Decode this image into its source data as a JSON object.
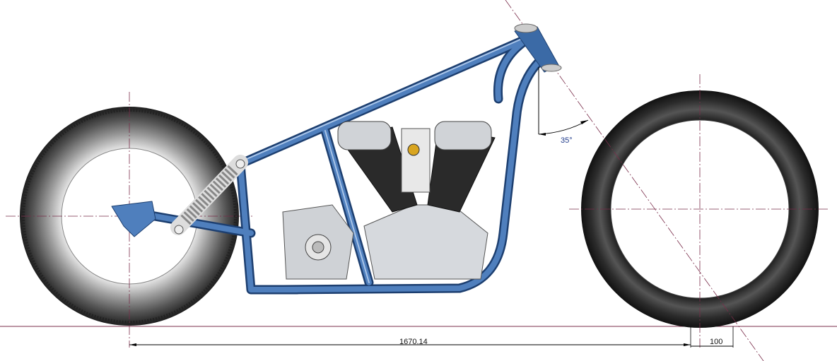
{
  "drawing": {
    "dimensions": {
      "wheelbase": "1670.14",
      "trail": "100",
      "rake_angle": "35°"
    },
    "colors": {
      "frame": "#3b6aa6",
      "centerline": "#7a2d4a",
      "tire": "#2a2a2a",
      "engine": "#bfc3c8"
    }
  }
}
